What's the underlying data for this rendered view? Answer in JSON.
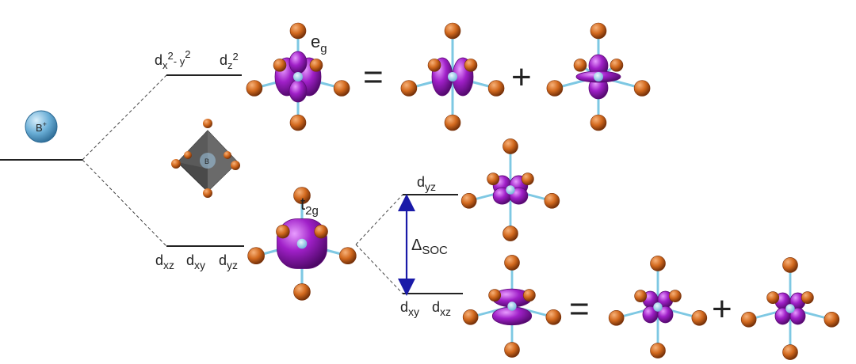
{
  "ion": {
    "symbol": "B",
    "charge": "+"
  },
  "octahedron_center": "B",
  "levels": {
    "eg": {
      "orbital_labels": [
        {
          "base": "d",
          "sub": "x",
          "sup": "2",
          "tail": "- y",
          "tail_sup": "2"
        },
        {
          "base": "d",
          "sub": "z",
          "sup": "2"
        }
      ],
      "group_base": "e",
      "group_sub": "g"
    },
    "t2g": {
      "orbital_labels": [
        {
          "base": "d",
          "sub": "xz"
        },
        {
          "base": "d",
          "sub": "xy"
        },
        {
          "base": "d",
          "sub": "yz"
        }
      ],
      "group_base": "t",
      "group_sub": "2g"
    },
    "soc_upper": {
      "base": "d",
      "sub": "yz"
    },
    "soc_lower": [
      {
        "base": "d",
        "sub": "xy"
      },
      {
        "base": "d",
        "sub": "xz"
      }
    ]
  },
  "soc_gap": {
    "symbol": "Δ",
    "sub": "SOC"
  },
  "operators": {
    "equals": "=",
    "plus": "+"
  },
  "colors": {
    "lobe": "#a020c8",
    "lobe_dark": "#5e0a78",
    "ligand": "#d2691e",
    "ligand_dark": "#7a3008",
    "bond": "#7ec8e3",
    "ion": "#6aaed6",
    "octahedron": "#555555",
    "soc_arrow": "#1a1aa8",
    "line": "#222222"
  }
}
